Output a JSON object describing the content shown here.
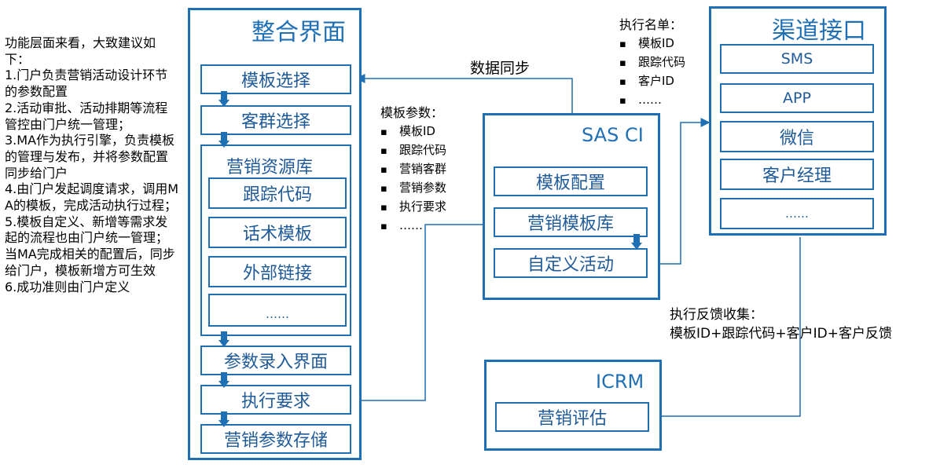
{
  "left_notes": {
    "lines": [
      "功能层面来看，大致建议如下：",
      "1.门户负责营销活动设计环节的参数配置",
      "2.活动审批、活动排期等流程管控由门户统一管理；",
      "3.MA作为执行引擎，负责模板的管理与发布，并将参数配置同步给门户",
      "4.由门户发起调度请求，调用MA的模板，完成活动执行过程；",
      "5.模板自定义、新增等需求发起的流程也由门户统一管理；当MA完成相关的配置后，同步给门户，模板新增方可生效",
      "6.成功准则由门户定义"
    ]
  },
  "integration": {
    "title": "整合界面",
    "template_select": "模板选择",
    "customer_select": "客群选择",
    "resource_lib": {
      "title": "营销资源库",
      "items": [
        "跟踪代码",
        "话术模板",
        "外部链接",
        "……"
      ]
    },
    "param_entry": "参数录入界面",
    "exec_requirement": "执行要求",
    "param_storage": "营销参数存储"
  },
  "sasci": {
    "title": "SAS CI",
    "template_config": "模板配置",
    "template_lib": "营销模板库",
    "custom_activity": "自定义活动"
  },
  "channel": {
    "title": "渠道接口",
    "items": [
      "SMS",
      "APP",
      "微信",
      "客户经理",
      "……"
    ]
  },
  "icrm": {
    "title": "ICRM",
    "evaluation": "营销评估"
  },
  "labels": {
    "data_sync": "数据同步",
    "template_params_title": "模板参数：",
    "template_params": [
      "模板ID",
      "跟踪代码",
      "营销客群",
      "营销参数",
      "执行要求",
      "……"
    ],
    "exec_list_title": "执行名单：",
    "exec_list": [
      "模板ID",
      "跟踪代码",
      "客户ID",
      "……"
    ],
    "feedback_title": "执行反馈收集：",
    "feedback_detail": "模板ID+跟踪代码+客户ID+客户反馈"
  },
  "colors": {
    "accent": "#1f6fb5",
    "text_blue": "#1f5a99"
  }
}
